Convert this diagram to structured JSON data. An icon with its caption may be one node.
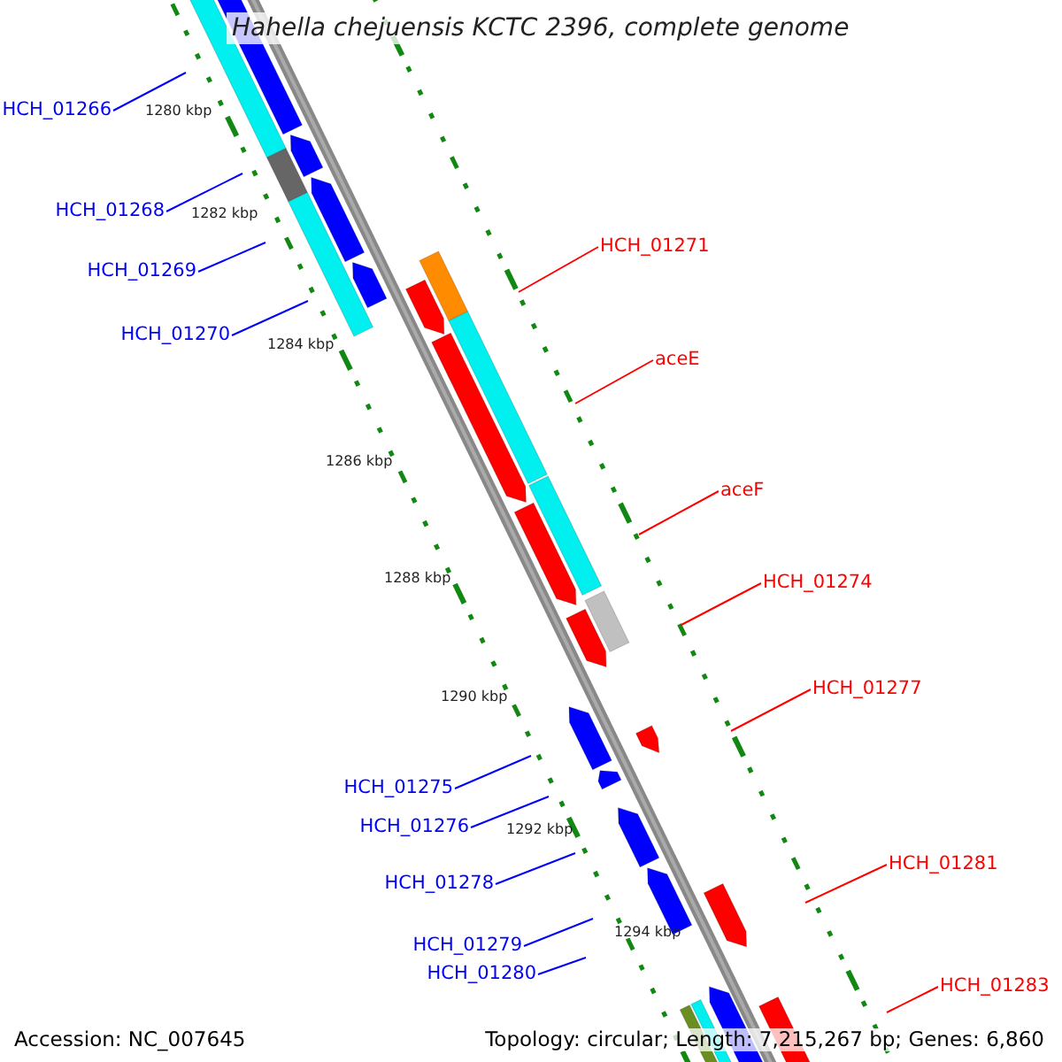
{
  "diagram": {
    "title": "Hahella chejuensis KCTC 2396, complete genome",
    "nodes": [
      {
        "text": [
          "HCH_01266"
        ]
      },
      {
        "text": [
          "HCH_01268"
        ]
      },
      {
        "text": [
          "HCH_01271"
        ]
      },
      {
        "text": [
          "HCH_01269"
        ]
      },
      {
        "text": [
          "HCH_01270"
        ]
      },
      {
        "text": [
          "aceE"
        ]
      },
      {
        "text": [
          "aceF"
        ]
      },
      {
        "text": [
          "HCH_01274"
        ]
      },
      {
        "text": [
          "HCH_01277"
        ]
      },
      {
        "text": [
          "HCH_01275"
        ]
      },
      {
        "text": [
          "HCH_01276"
        ]
      },
      {
        "text": [
          "HCH_01281"
        ]
      },
      {
        "text": [
          "HCH_01278"
        ]
      },
      {
        "text": [
          "HCH_01279"
        ]
      },
      {
        "text": [
          "HCH_01280"
        ]
      },
      {
        "text": [
          "HCH_01283"
        ]
      }
    ],
    "edges": [
      {
        "from": 0,
        "to": null,
        "arrow": "none"
      },
      {
        "from": 1,
        "to": null,
        "arrow": "none"
      },
      {
        "from": 2,
        "to": null,
        "arrow": "none",
        "color": "#ff0000"
      },
      {
        "from": 3,
        "to": null,
        "arrow": "none"
      },
      {
        "from": 4,
        "to": null,
        "arrow": "none"
      },
      {
        "from": 5,
        "to": null,
        "arrow": "none",
        "color": "#ff0000"
      },
      {
        "from": 6,
        "to": null,
        "arrow": "none",
        "color": "#ff0000"
      },
      {
        "from": 7,
        "to": null,
        "arrow": "none",
        "color": "#ff0000"
      },
      {
        "from": 8,
        "to": null,
        "arrow": "none",
        "color": "#ff0000"
      },
      {
        "from": 9,
        "to": null,
        "arrow": "none"
      },
      {
        "from": 10,
        "to": null,
        "arrow": "none"
      },
      {
        "from": 11,
        "to": null,
        "arrow": "none",
        "color": "#ff0000"
      },
      {
        "from": 12,
        "to": null,
        "arrow": "none"
      },
      {
        "from": 13,
        "to": null,
        "arrow": "none"
      },
      {
        "from": 14,
        "to": null,
        "arrow": "none"
      },
      {
        "from": 15,
        "to": null,
        "arrow": "none",
        "color": "#ff0000"
      }
    ],
    "labels": [
      "1280 kbp",
      "1282 kbp",
      "1284 kbp",
      "1286 kbp",
      "1288 kbp",
      "1290 kbp",
      "1292 kbp",
      "1294 kbp",
      "Accession: NC_007645",
      "Topology: circular; Length: 7,215,267 bp; Genes: 6,860"
    ]
  }
}
